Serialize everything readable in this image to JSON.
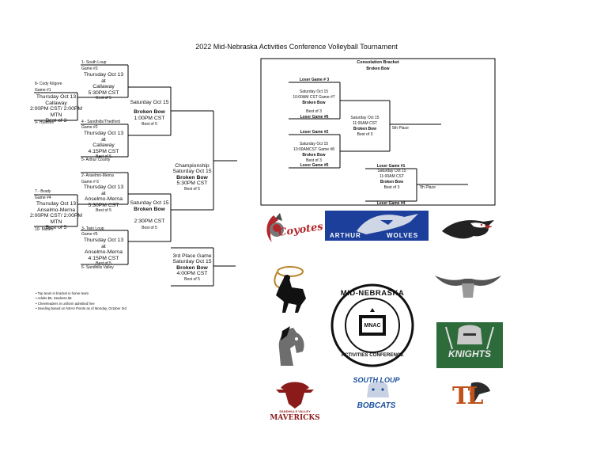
{
  "title": "2022 Mid-Nebraska Activities Conference Volleyball Tournament",
  "main": {
    "seed8": "8- Cody Kilgore",
    "game1": {
      "label": "Game #1",
      "line1": "Thursday Oct 13",
      "line2": "Callaway",
      "line3": "2:00PM CST/ 2:00PM",
      "line4": "MTN",
      "line5": "Best of 3"
    },
    "seed9": "9- Hyannis",
    "seed1": "1- South Loup",
    "game3": {
      "label": "Game #3",
      "line1": "Thursday Oct 13",
      "line2": "at",
      "line3": "Callaway",
      "line4": "5:30PM CST",
      "line5": "Best of 5"
    },
    "seed4": "4 - Sandhills/Thedford",
    "game2": {
      "label": "Game #2",
      "line1": "Thursday Oct 13",
      "line2": "at",
      "line3": "Callaway",
      "line4": "4:15PM CST",
      "line5": "Best of 5"
    },
    "seed5": "5- Arthur County",
    "semi1": {
      "line1": "Saturday Oct 15",
      "line2": "Broken Bow",
      "line3": "1:00PM CST",
      "line4": "Best of 5"
    },
    "seed2": "2- Anselmo-Merna",
    "game6": {
      "label": "Game # 6",
      "line1": "Thursday Oct 13",
      "line2": "at",
      "line3": "Anselmo-Merna",
      "line4": "5:30PM CST",
      "line5": "Best of 5"
    },
    "seed7": "7 - Brady",
    "game4": {
      "label": "Game #4",
      "line1": "Thursday Oct 13",
      "line2": "Anselmo-Merna",
      "line3": "2:00PM CST/ 2:00PM",
      "line4": "MTN",
      "line5": "Best of 5"
    },
    "seed10": "10- Mullen",
    "seed3": "3- Twin Loup",
    "game5": {
      "label": "Game #5",
      "line1": "Thursday Oct 13",
      "line2": "at",
      "line3": "Anselmo-Merna",
      "line4": "4:15PM CST",
      "line5": "Best of 5"
    },
    "seed6": "6- Sandhills Valley",
    "semi2": {
      "line1": "Saturday Oct 15",
      "line2": "Broken Bow",
      "line3": "2:30PM CST",
      "line4": "Best of 5"
    },
    "championship": {
      "line1": "Championship",
      "line2": "Saturday Oct 15",
      "line3": "Broken Bow",
      "line4": "5:30PM CST",
      "line5": "Best of 5"
    },
    "third": {
      "line1": "3rd Place Game",
      "line2": "Saturday Oct 15",
      "line3": "Broken Bow",
      "line4": "4:00PM CST",
      "line5": "Best of 5"
    }
  },
  "consolation": {
    "title": "Consolation Bracket",
    "subtitle": "Broken Bow",
    "loser3": "Loser Game # 3",
    "gameA": {
      "line1": "Saturday Oct 15",
      "line2": "10:00AM CST  Game #7",
      "line3": "Broken Bow",
      "line4": "Best of 3"
    },
    "loser6": "Loser Game #6",
    "loser2": "Loser Game #2",
    "gameB": {
      "line1": "Saturday Oct 15",
      "line2": "10:00AMCST Game #8",
      "line3": "Broken Bow",
      "line4": "Best of 3"
    },
    "loser5": "Loser Game #5",
    "fifth": {
      "line1": "Saturday Oct 15",
      "line2": "11:00AM CST",
      "line3": "Broken Bow",
      "line4": "Best of 3"
    },
    "fifth_label": "5th Place",
    "loser1": "Loser Game #1",
    "seventh": {
      "line1": "Saturday Oct 15",
      "line2": "11:00AM CST",
      "line3": "Broken Bow",
      "line4": "Best of 3"
    },
    "seventh_label": "7th Place",
    "loser4": "Loser Game #4"
  },
  "notes": [
    "• Top team in bracket is home team",
    "• Adults $5, Students $4",
    "• Cheerleaders in uniform admitted free",
    "• Seeding based on NSAA Points as of Monday, October 3rd"
  ],
  "logos": {
    "coyotes": "Coyotes",
    "arthur": "ARTHUR",
    "wolves": "WOLVES",
    "mnac_top": "MID-NEBRASKA",
    "mnac_center": "MNAC",
    "mnac_bottom": "ACTIVITIES CONFERENCE",
    "knights": "KNIGHTS",
    "sandhills_valley": "SANDHILLS VALLEY",
    "mavericks": "MAVERICKS",
    "south_loup": "SOUTH LOUP",
    "bobcats": "BOBCATS",
    "tl": "TL"
  },
  "colors": {
    "coyote_red": "#b3262b",
    "arthur_blue": "#1b3f9a",
    "knights_green": "#2e6b3a",
    "maroon": "#8b1a1a",
    "bobcat_blue": "#1a4f9c"
  }
}
